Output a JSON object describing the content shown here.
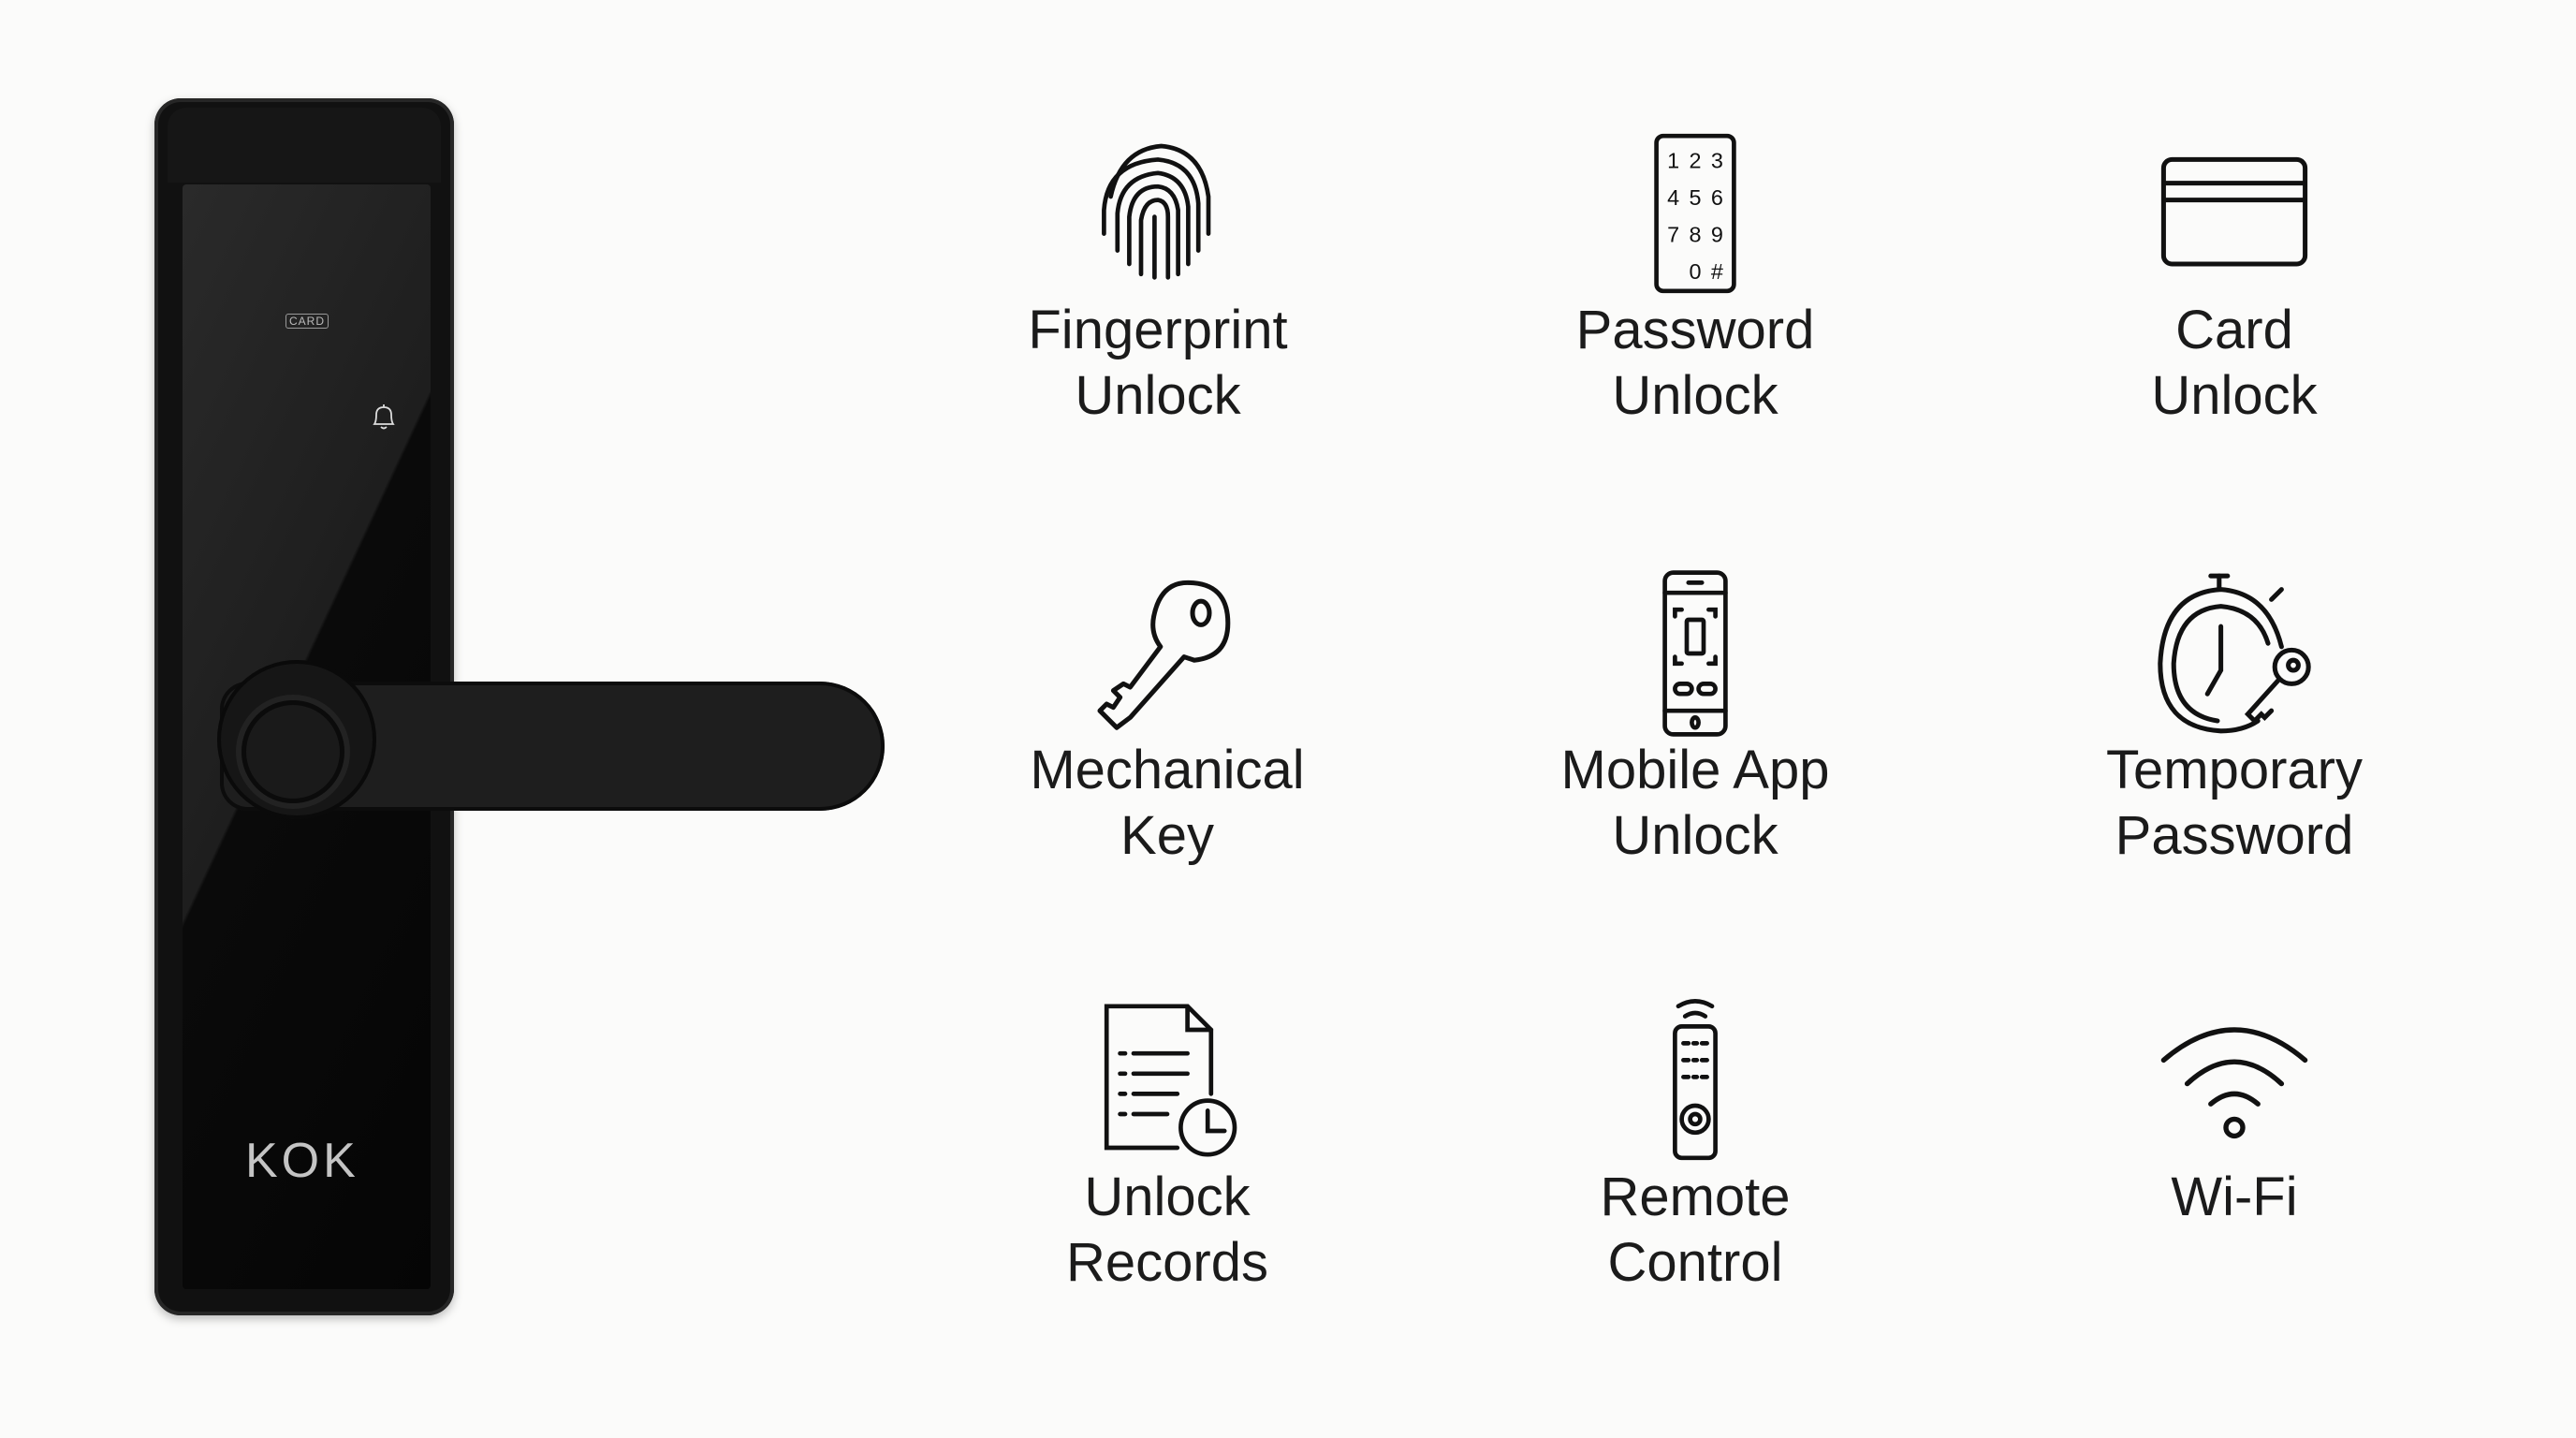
{
  "product": {
    "card_label": "CARD",
    "logo_text": "KOK",
    "color": "#111111"
  },
  "features": [
    {
      "icon": "fingerprint-icon",
      "line1": "Fingerprint",
      "line2": "Unlock"
    },
    {
      "icon": "keypad-icon",
      "line1": "Password",
      "line2": "Unlock",
      "keys": [
        "1",
        "2",
        "3",
        "4",
        "5",
        "6",
        "7",
        "8",
        "9",
        "0",
        "#"
      ]
    },
    {
      "icon": "card-icon",
      "line1": "Card",
      "line2": "Unlock"
    },
    {
      "icon": "key-icon",
      "line1": "Mechanical",
      "line2": "Key"
    },
    {
      "icon": "mobile-app-icon",
      "line1": "Mobile App",
      "line2": "Unlock"
    },
    {
      "icon": "stopwatch-key-icon",
      "line1": "Temporary",
      "line2": "Password"
    },
    {
      "icon": "document-clock-icon",
      "line1": "Unlock",
      "line2": "Records"
    },
    {
      "icon": "remote-control-icon",
      "line1": "Remote",
      "line2": "Control"
    },
    {
      "icon": "wifi-icon",
      "line1": "Wi-Fi"
    }
  ]
}
